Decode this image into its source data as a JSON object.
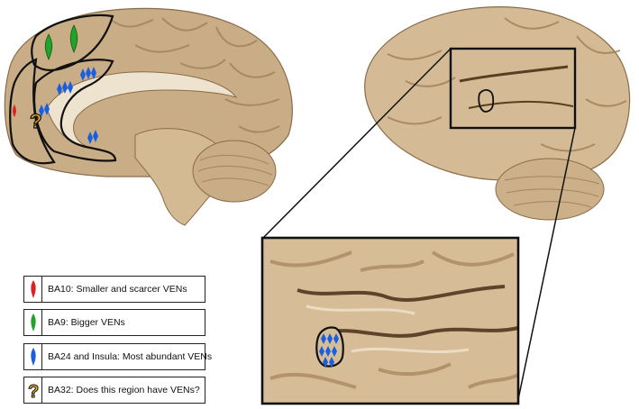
{
  "colors": {
    "ba10": "#e02020",
    "ba9": "#22a32a",
    "ba24_insula": "#1a5fe0",
    "ba32": "#f2b01e",
    "brain_tan": "#c9ad86",
    "brain_light": "#dcc5a2",
    "brain_dark": "#8a6b48",
    "outline": "#111111"
  },
  "legend": {
    "items": [
      {
        "id": "ba10",
        "icon": "red-ven-icon",
        "label": "BA10: Smaller and scarcer VENs"
      },
      {
        "id": "ba9",
        "icon": "green-ven-icon",
        "label": "BA9: Bigger VENs"
      },
      {
        "id": "ba24",
        "icon": "blue-ven-icon",
        "label": "BA24 and Insula: Most abundant VENs"
      },
      {
        "id": "ba32",
        "icon": "question-mark-icon",
        "label": "BA32: Does this region have VENs?"
      }
    ]
  },
  "question_glyph": "?"
}
